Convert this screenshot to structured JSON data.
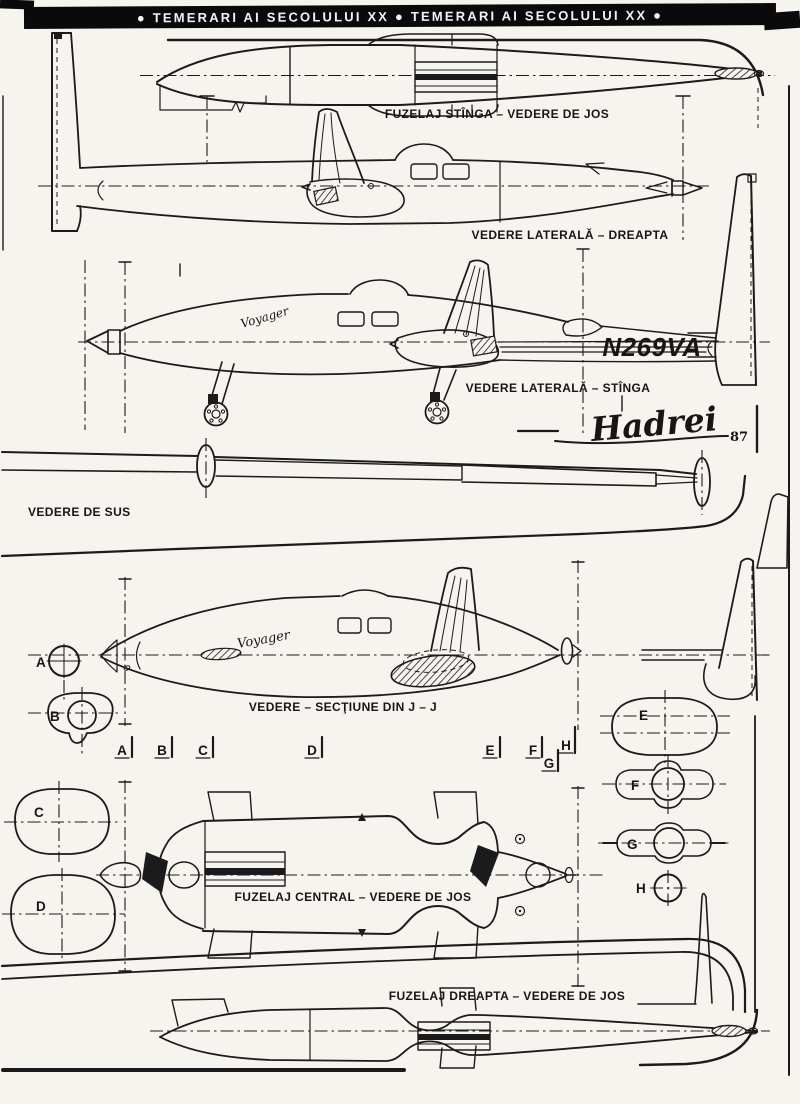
{
  "colors": {
    "ink": "#1b1b1b",
    "paper": "#f6f4ee",
    "header_bg": "#0a0a0a",
    "header_fg": "#f3f3f3"
  },
  "header": {
    "title": "● TEMERARI AI SECOLULUI XX ● TEMERARI AI SECOLULUI XX ●"
  },
  "views": {
    "left_fuselage_bottom": {
      "label": "FUZELAJ STÎNGA – VEDERE DE JOS"
    },
    "side_right": {
      "label": "VEDERE LATERALĂ – DREAPTA"
    },
    "side_left": {
      "label": "VEDERE LATERALĂ – STÎNGA",
      "registration": "N269VA",
      "nose_script": "Voyager"
    },
    "top": {
      "label": "VEDERE DE SUS"
    },
    "section_jj": {
      "label": "VEDERE – SECŢIUNE DIN J – J",
      "nose_script": "Voyager"
    },
    "central_bottom": {
      "label": "FUZELAJ CENTRAL – VEDERE DE JOS"
    },
    "right_fuselage_bottom": {
      "label": "FUZELAJ DREAPTA – VEDERE DE JOS"
    }
  },
  "stations": [
    "A",
    "B",
    "C",
    "D",
    "E",
    "F",
    "G",
    "H"
  ],
  "cross_sections": {
    "left": [
      "A",
      "B",
      "C",
      "D"
    ],
    "right": [
      "E",
      "F",
      "G",
      "H"
    ]
  },
  "signature": {
    "name": "Hadrei",
    "year": "87"
  }
}
